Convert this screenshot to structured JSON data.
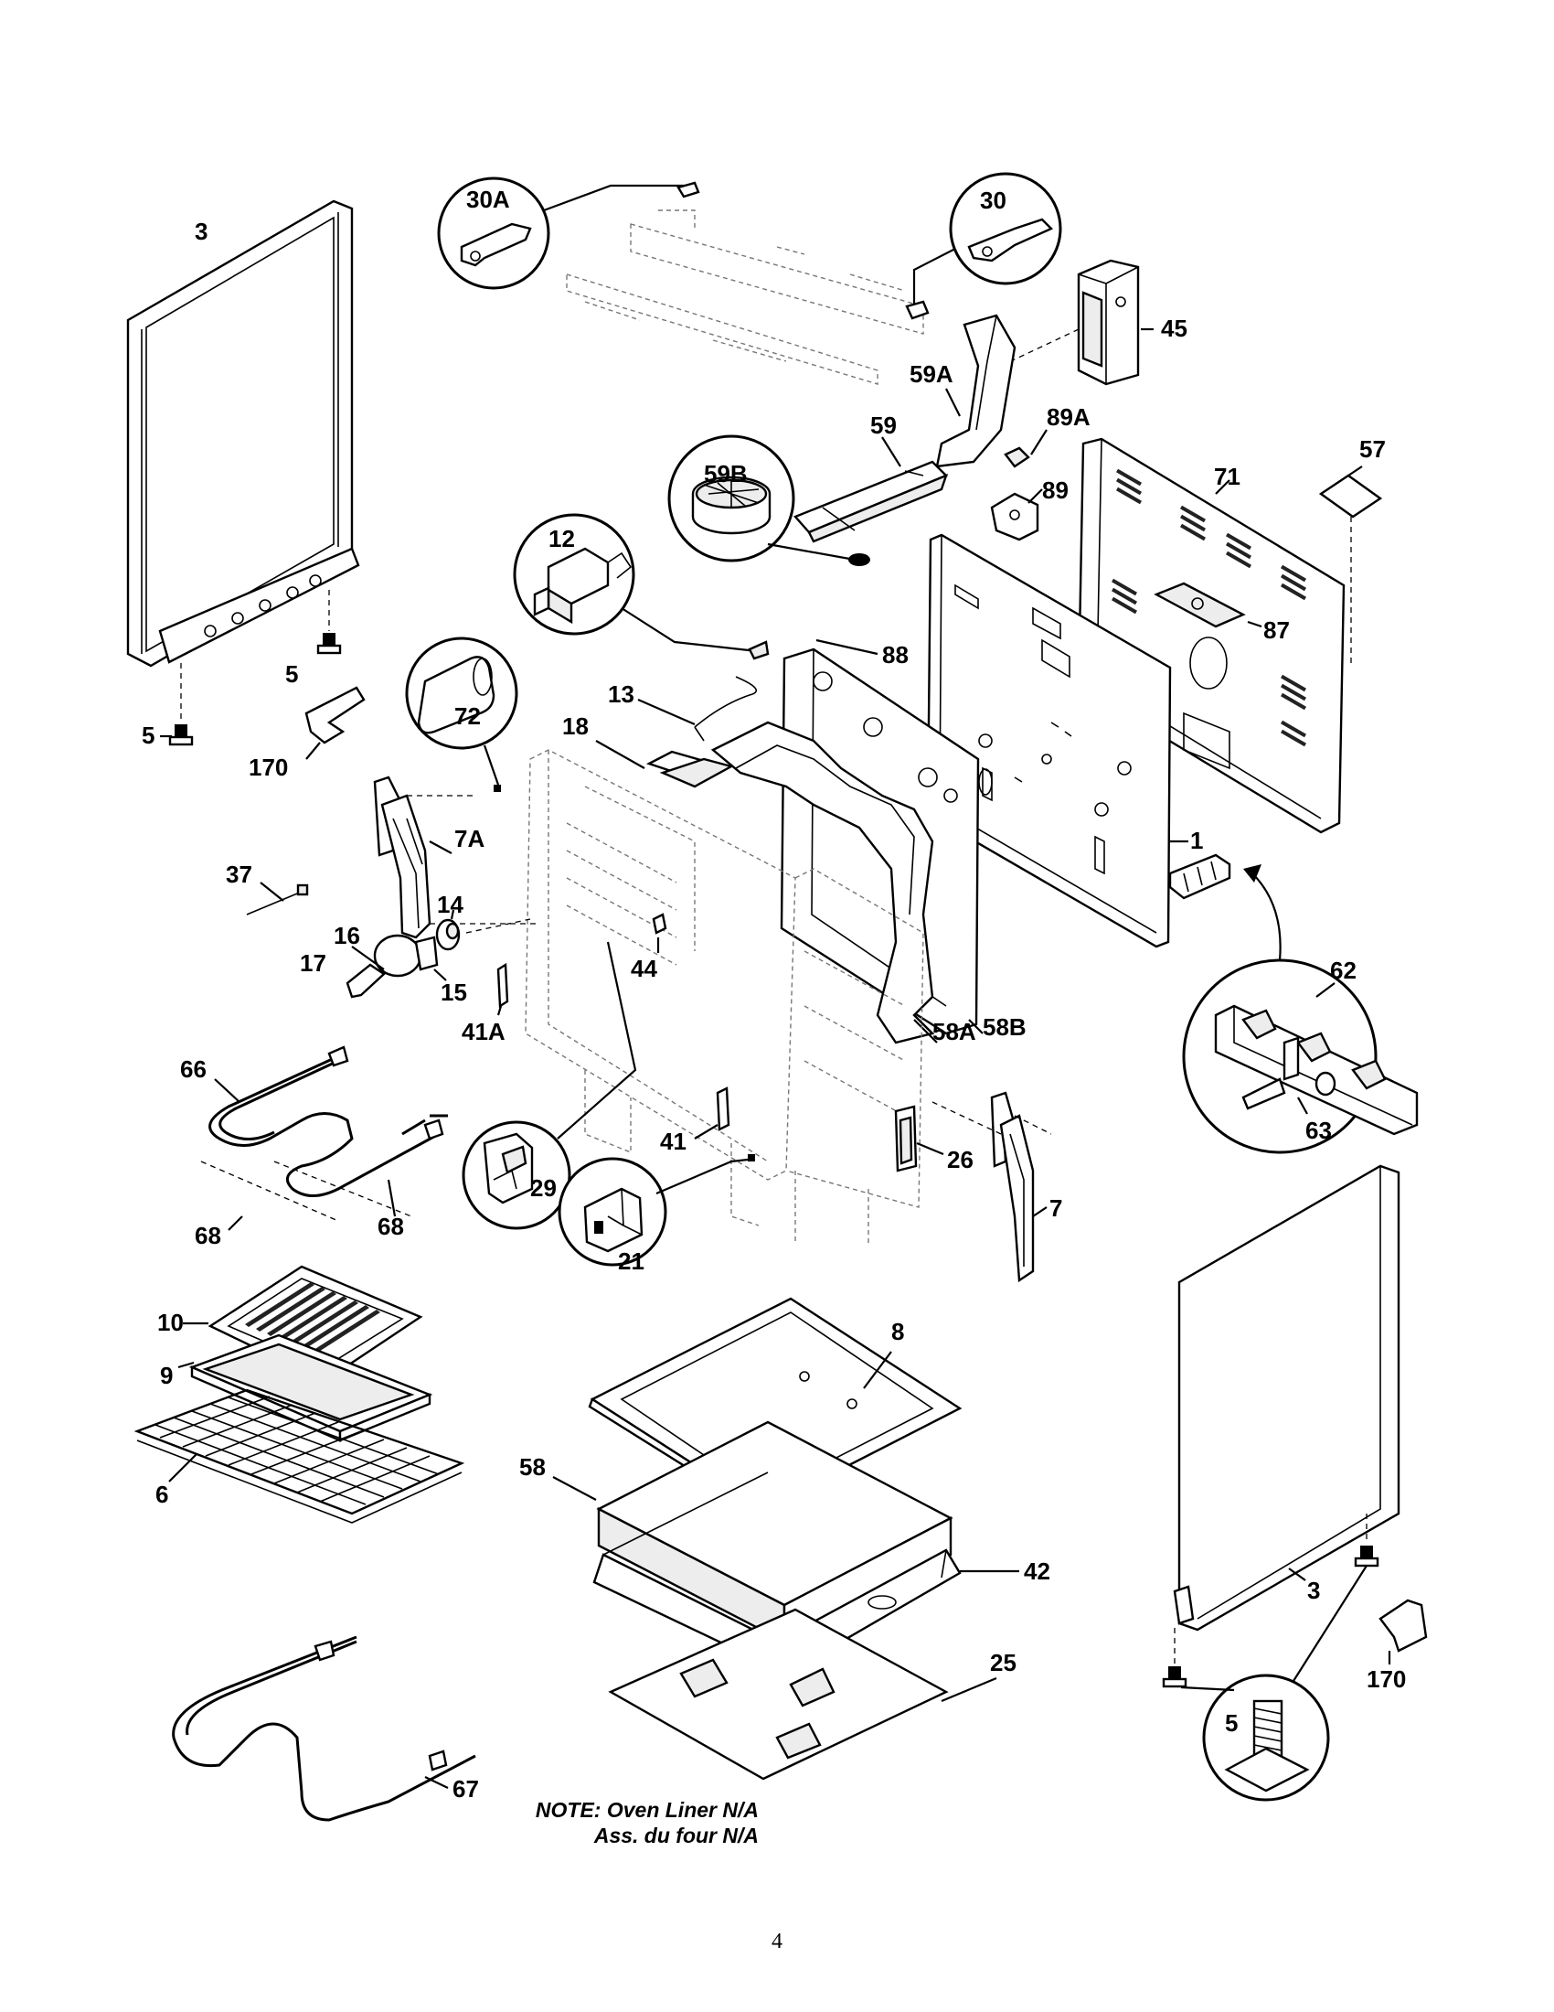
{
  "labels": {
    "p3_left": "3",
    "p5_a": "5",
    "p5_b": "5",
    "p170_left": "170",
    "p30A": "30A",
    "p30": "30",
    "p45": "45",
    "p59A": "59A",
    "p89A": "89A",
    "p59": "59",
    "p57": "57",
    "p59B": "59B",
    "p71": "71",
    "p89": "89",
    "p12": "12",
    "p87": "87",
    "p88": "88",
    "p13": "13",
    "p72": "72",
    "p18": "18",
    "p7A": "7A",
    "p1": "1",
    "p37": "37",
    "p14": "14",
    "p16": "16",
    "p17": "17",
    "p15": "15",
    "p44": "44",
    "p62": "62",
    "p41A": "41A",
    "p58A": "58A",
    "p58B": "58B",
    "p66": "66",
    "p63": "63",
    "p41": "41",
    "p26": "26",
    "p29": "29",
    "p7": "7",
    "p68_a": "68",
    "p68_b": "68",
    "p21": "21",
    "p10": "10",
    "p8": "8",
    "p9": "9",
    "p58": "58",
    "p6": "6",
    "p42": "42",
    "p3_right": "3",
    "p25": "25",
    "p170_right": "170",
    "p5_c": "5",
    "p67": "67"
  },
  "note": {
    "line1": "NOTE: Oven Liner N/A",
    "line2": "Ass. du four N/A"
  },
  "page_number": "4"
}
